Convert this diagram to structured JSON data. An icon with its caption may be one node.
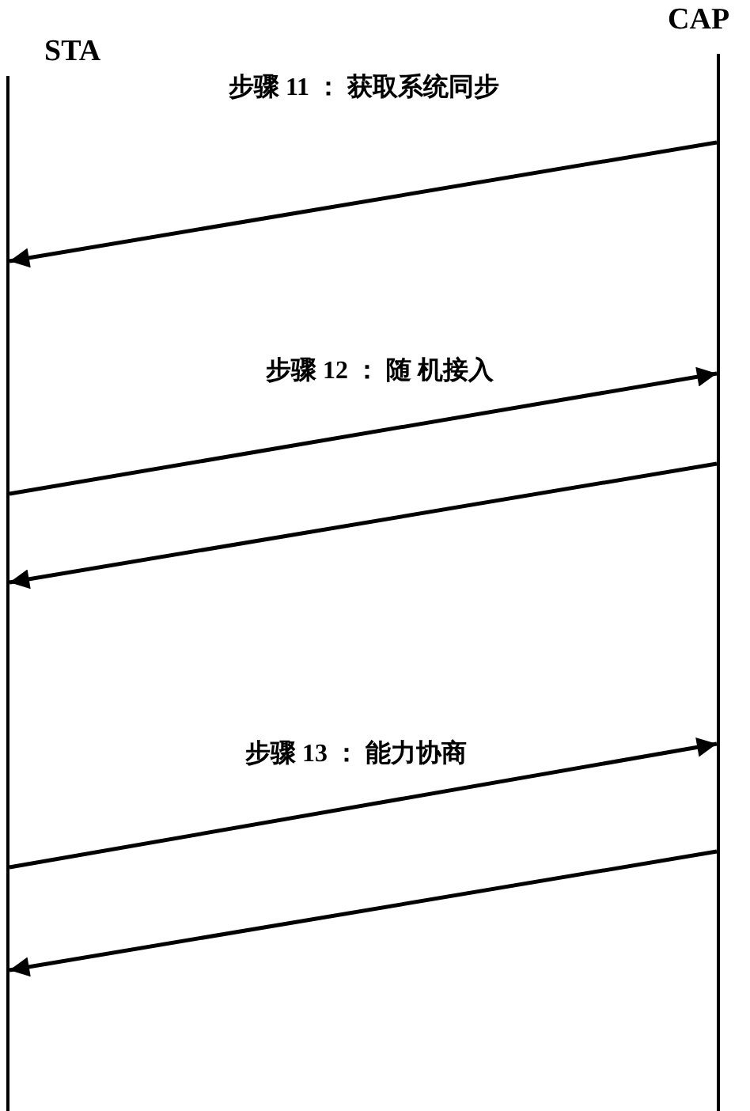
{
  "diagram": {
    "nodes": [
      {
        "text": [
          "STA"
        ]
      },
      {
        "text": [
          "CAP"
        ]
      }
    ],
    "edges": [
      {
        "from": 1,
        "to": 0,
        "arrow": "to",
        "label": "步骤 11 ： 获取系统同步"
      },
      {
        "from": 0,
        "to": 1,
        "arrow": "to",
        "label": "步骤 12 ： 随 机接入"
      },
      {
        "from": 1,
        "to": 0,
        "arrow": "to"
      },
      {
        "from": 0,
        "to": 1,
        "arrow": "to",
        "label": "步骤 13 ： 能力协商"
      },
      {
        "from": 1,
        "to": 0,
        "arrow": "to"
      }
    ]
  }
}
